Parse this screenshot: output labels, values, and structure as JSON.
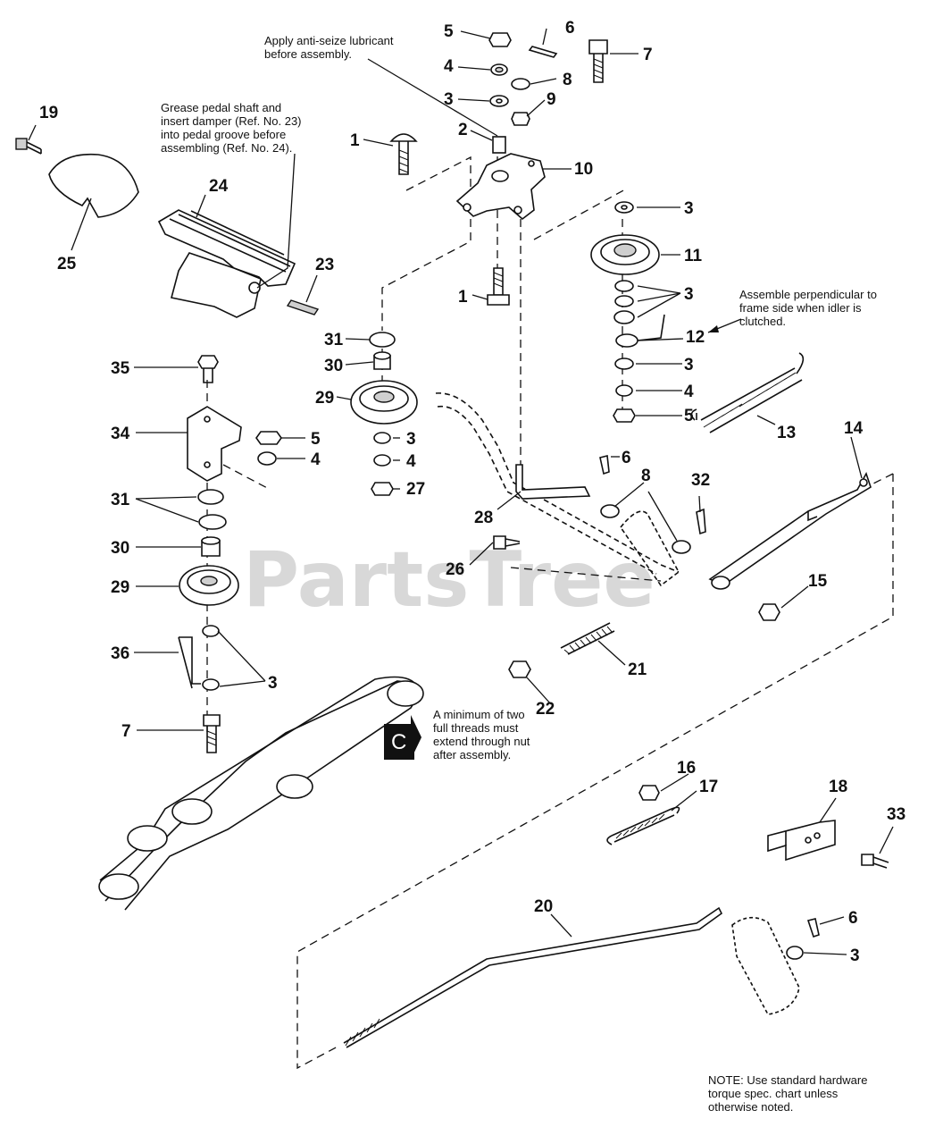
{
  "notes": {
    "anti_seize": [
      "Apply anti-seize lubricant",
      "before assembly."
    ],
    "grease_pedal": [
      "Grease pedal shaft and",
      "insert damper (Ref. No. 23)",
      "into pedal groove before",
      "assembling (Ref. No. 24)."
    ],
    "perpendicular": [
      "Assemble perpendicular to",
      "frame side when idler is",
      "clutched."
    ],
    "threads": [
      "A minimum of two",
      "full threads must",
      "extend through nut",
      "after assembly."
    ],
    "hardware": [
      "NOTE: Use standard hardware",
      "torque spec. chart unless",
      "otherwise noted."
    ]
  },
  "section_marker": "C",
  "watermark": "PartsTree",
  "callouts": {
    "c1a": "1",
    "c1b": "1",
    "c2": "2",
    "c3a": "3",
    "c3b": "3",
    "c3c": "3",
    "c3d": "3",
    "c3e": "3",
    "c3f": "3",
    "c3g": "3",
    "c4a": "4",
    "c4b": "4",
    "c4c": "4",
    "c4d": "4",
    "c5a": "5",
    "c5b": "5",
    "c5c": "5",
    "c6a": "6",
    "c6b": "6",
    "c6c": "6",
    "c7a": "7",
    "c7b": "7",
    "c8a": "8",
    "c8b": "8",
    "c9": "9",
    "c10": "10",
    "c11": "11",
    "c12": "12",
    "c13": "13",
    "c14": "14",
    "c15": "15",
    "c16": "16",
    "c17": "17",
    "c18": "18",
    "c19": "19",
    "c20": "20",
    "c21": "21",
    "c22": "22",
    "c23": "23",
    "c24": "24",
    "c25": "25",
    "c26": "26",
    "c27": "27",
    "c28": "28",
    "c29a": "29",
    "c29b": "29",
    "c30a": "30",
    "c30b": "30",
    "c31a": "31",
    "c31b": "31",
    "c32": "32",
    "c33": "33",
    "c34": "34",
    "c35": "35",
    "c36": "36"
  }
}
